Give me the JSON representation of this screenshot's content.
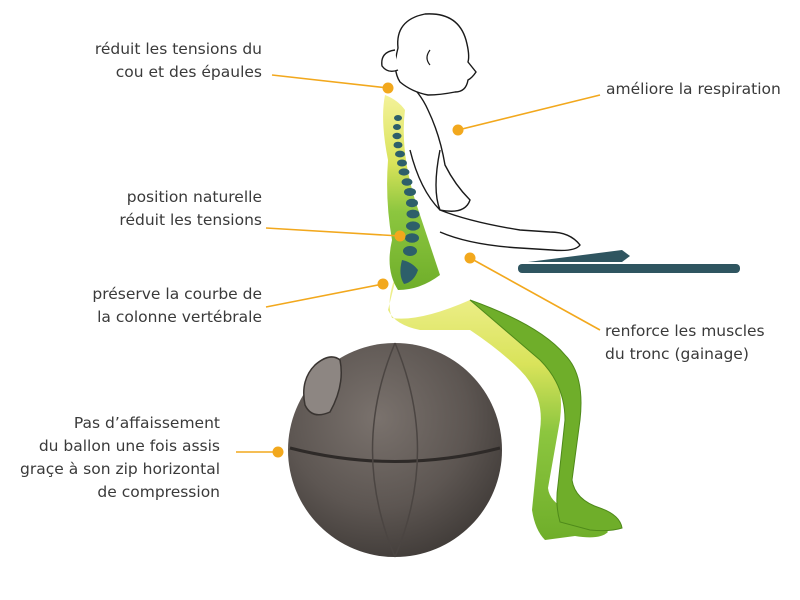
{
  "labels": {
    "neck": {
      "lines": [
        "réduit les tensions du",
        "cou et des épaules"
      ]
    },
    "breathing": {
      "lines": [
        "améliore la respiration"
      ]
    },
    "posture": {
      "lines": [
        "position naturelle",
        "réduit les tensions"
      ]
    },
    "spine_curve": {
      "lines": [
        "préserve la courbe de",
        "la colonne vertébrale"
      ]
    },
    "core": {
      "lines": [
        "renforce les muscles",
        "du tronc (gainage)"
      ]
    },
    "ball": {
      "lines": [
        "Pas d’affaissement",
        "du ballon une fois assis",
        "graçe à son zip horizontal",
        "de compression"
      ]
    }
  },
  "colors": {
    "callout": "#f2a81d",
    "body_green": "#6fae2a",
    "spine": "#2d5f6a",
    "ball": "#5d5652",
    "desk": "#2f5560",
    "outline": "#1a1a1a",
    "text": "#3a3a3a"
  }
}
